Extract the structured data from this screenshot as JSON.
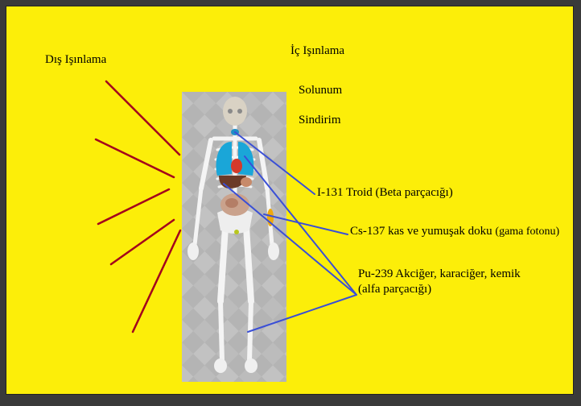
{
  "labels": {
    "external": "Dış Işınlama",
    "internal": "İç Işınlama",
    "inhalation": "Solunum",
    "ingestion": "Sindirim",
    "iodine": "I-131 Troid (Beta parçacığı)",
    "cesium_main": "Cs-137 kas ve yumuşak doku",
    "cesium_paren": "(gama fotonu)",
    "plutonium_line1": "Pu-239 Akciğer, karaciğer, kemik",
    "plutonium_line2": "(alfa parçacığı)"
  },
  "colors": {
    "background": "#fcee09",
    "external_rays": "#a3001c",
    "connector_lines": "#3a4fd6"
  },
  "icons": {
    "figure": "human-skeleton-with-organs"
  }
}
